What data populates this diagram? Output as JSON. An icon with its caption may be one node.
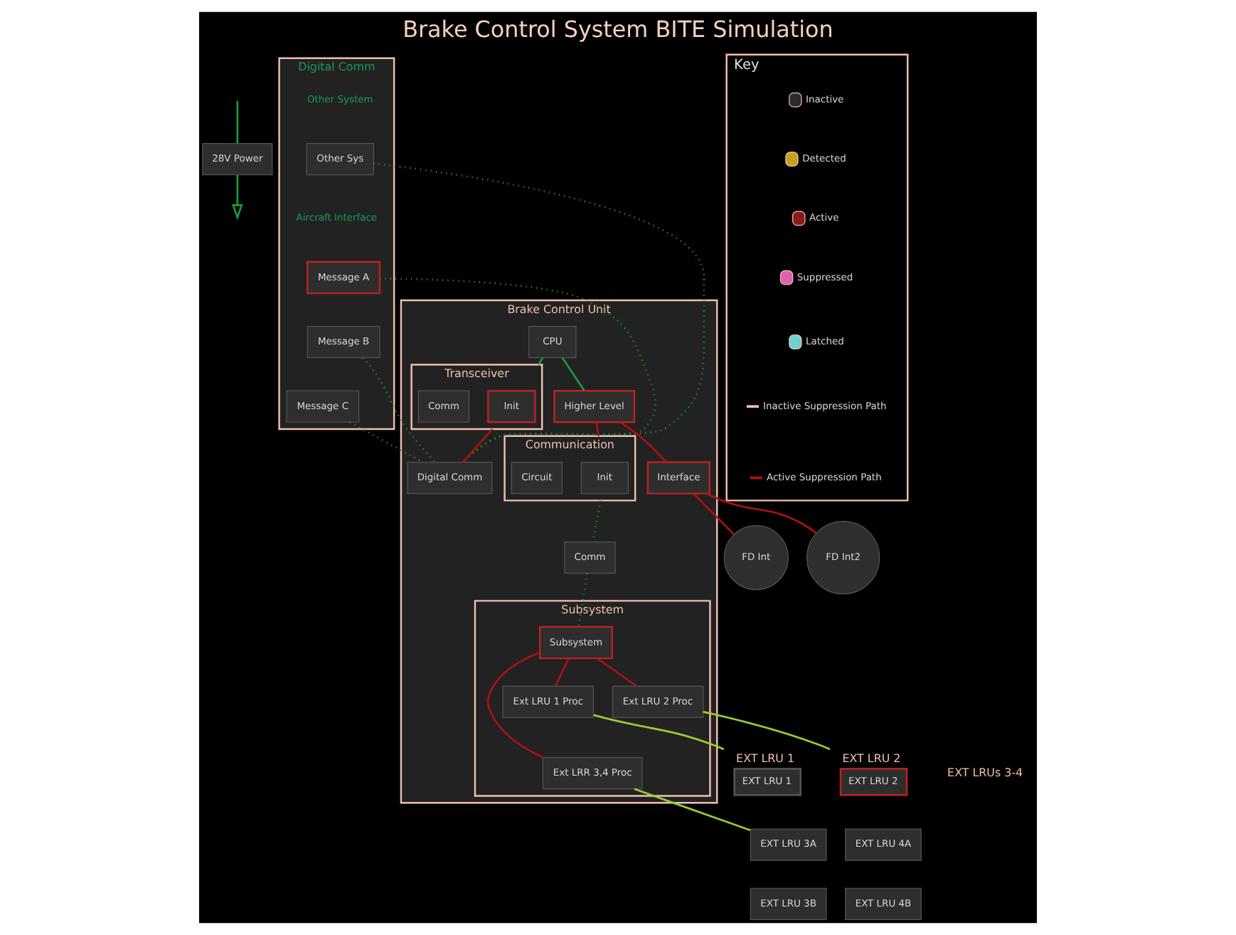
{
  "diagram": {
    "title": "Brake Control System BITE Simulation",
    "nodes": [
      {
        "text": [
          "Brake Control Unit"
        ]
      },
      {
        "text": [
          "28V Power"
        ]
      },
      {
        "text": [
          "CPU"
        ],
        "in": 0
      },
      {
        "text": [
          "Transceiver"
        ],
        "in": 0
      },
      {
        "text": [
          "Init"
        ],
        "in": 3
      },
      {
        "text": [
          "Comm"
        ],
        "in": 3
      },
      {
        "text": [
          "Digital Comm"
        ],
        "in": 0
      },
      {
        "text": [
          "Higher Level"
        ],
        "in": 0
      },
      {
        "text": [
          "Interface"
        ],
        "in": 0
      },
      {
        "text": [
          "Communication"
        ],
        "in": 0
      },
      {
        "text": [
          "Init"
        ],
        "in": 9
      },
      {
        "text": [
          "Circuit"
        ],
        "in": 9
      },
      {
        "text": [
          "Comm"
        ],
        "in": 0
      },
      {
        "text": [
          "Subsystem"
        ],
        "in": 0
      },
      {
        "text": [
          "Subsystem"
        ],
        "in": 13
      },
      {
        "text": [
          "Ext LRU 1 Proc"
        ],
        "in": 13
      },
      {
        "text": [
          "Ext LRU 2 Proc"
        ],
        "in": 13
      },
      {
        "text": [
          "Ext LRR 3,4 Proc"
        ],
        "in": 13
      },
      {
        "text": [
          "FD Int"
        ]
      },
      {
        "text": [
          "FD Int2"
        ]
      },
      {
        "text": [
          "Digital Comm"
        ]
      },
      {
        "text": [
          "Other Sys"
        ],
        "in": 20
      },
      {
        "text": [
          "Message A"
        ],
        "in": 20
      },
      {
        "text": [
          "Message B"
        ],
        "in": 20
      },
      {
        "text": [
          "Message C"
        ],
        "in": 20
      },
      {
        "text": [
          "EXT LRU 1"
        ],
        "beside": [
          "EXT LRU 1"
        ]
      },
      {
        "text": [
          "EXT LRU 2"
        ],
        "beside": [
          "EXT LRU 2"
        ]
      },
      {
        "text": [
          "EXT LRU 3A"
        ]
      },
      {
        "text": [
          "EXT LRU 4A"
        ]
      },
      {
        "text": [
          "EXT LRU 3B"
        ]
      },
      {
        "text": [
          "EXT LRU 4B"
        ]
      },
      {
        "text": [
          "Key"
        ]
      }
    ],
    "edges": [
      {
        "from": null,
        "to": 1,
        "arrow": "none",
        "color": "#1a9a3a"
      },
      {
        "from": 1,
        "to": null,
        "arrow": "to",
        "color": "#1a9a3a"
      },
      {
        "from": 2,
        "to": 3,
        "arrow": "none",
        "color": "#1a9a3a"
      },
      {
        "from": 2,
        "to": 7,
        "arrow": "none",
        "color": "#1a9a3a"
      },
      {
        "from": 3,
        "to": 6,
        "arrow": "none",
        "color": "#b01010"
      },
      {
        "from": 7,
        "to": 8,
        "arrow": "none",
        "color": "#b01010"
      },
      {
        "from": 8,
        "to": 18,
        "arrow": "none",
        "color": "#b01010"
      },
      {
        "from": 8,
        "to": 19,
        "arrow": "none",
        "color": "#b01010"
      },
      {
        "from": 7,
        "to": 9,
        "arrow": "none",
        "color": "#b01010"
      },
      {
        "from": 9,
        "to": 12,
        "arrow": "none",
        "style": "dashed",
        "color": "#1a9a3a"
      },
      {
        "from": 12,
        "to": 14,
        "arrow": "none",
        "style": "dashed",
        "color": "#1a9a3a"
      },
      {
        "from": 14,
        "to": 15,
        "arrow": "none",
        "color": "#b01010"
      },
      {
        "from": 14,
        "to": 16,
        "arrow": "none",
        "color": "#b01010"
      },
      {
        "from": 14,
        "to": 17,
        "arrow": "none",
        "color": "#b01010"
      },
      {
        "from": 15,
        "to": 25,
        "arrow": "none",
        "color": "#9acd32"
      },
      {
        "from": 16,
        "to": 26,
        "arrow": "none",
        "color": "#9acd32"
      },
      {
        "from": 17,
        "to": 27,
        "arrow": "none",
        "color": "#9acd32"
      },
      {
        "from": 21,
        "to": 6,
        "arrow": "none",
        "style": "dashed",
        "color": "#1a9a3a"
      },
      {
        "from": 22,
        "to": 6,
        "arrow": "none",
        "style": "dashed",
        "color": "#1a9a3a"
      },
      {
        "from": 23,
        "to": 6,
        "arrow": "none",
        "style": "dashed",
        "color": "#1a9a3a"
      },
      {
        "from": 24,
        "to": 6,
        "arrow": "none",
        "style": "dashed",
        "color": "#1a9a3a"
      }
    ],
    "labels": [
      "Other System",
      "Aircraft Interface",
      "EXT LRUs 3-4"
    ],
    "legend": [
      {
        "text": "Inactive",
        "color": "#2a2a2a"
      },
      {
        "text": "Detected",
        "color": "#c8a020"
      },
      {
        "text": "Active",
        "color": "#8b1a1a"
      },
      {
        "text": "Suppressed",
        "color": "#e060b0"
      },
      {
        "text": "Latched",
        "color": "#70d0d0"
      },
      {
        "text": "Inactive Suppression Path"
      },
      {
        "text": "Active Suppression Path"
      }
    ]
  }
}
